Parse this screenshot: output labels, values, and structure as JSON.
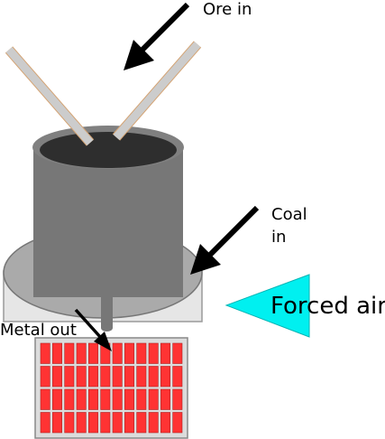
{
  "labels": {
    "ore_in": "Ore in",
    "coal_in_line1": "Coal",
    "coal_in_line2": "in",
    "forced_air": "Forced air",
    "metal_out": "Metal out"
  },
  "colors": {
    "arrow": "#000000",
    "furnace_body": "#777777",
    "furnace_top": "#808080",
    "furnace_mouth": "#2e2e2e",
    "hearth": "#aaaaaa",
    "base_slab": "#e6e6e6",
    "air_triangle": "#00f0f0",
    "mold_frame": "#dcdcdc",
    "ingot": "#ff3333",
    "rod": "#cccccc",
    "rod_edge": "#d4a373"
  },
  "ingot_mold": {
    "rows": 4,
    "columns": 12
  }
}
